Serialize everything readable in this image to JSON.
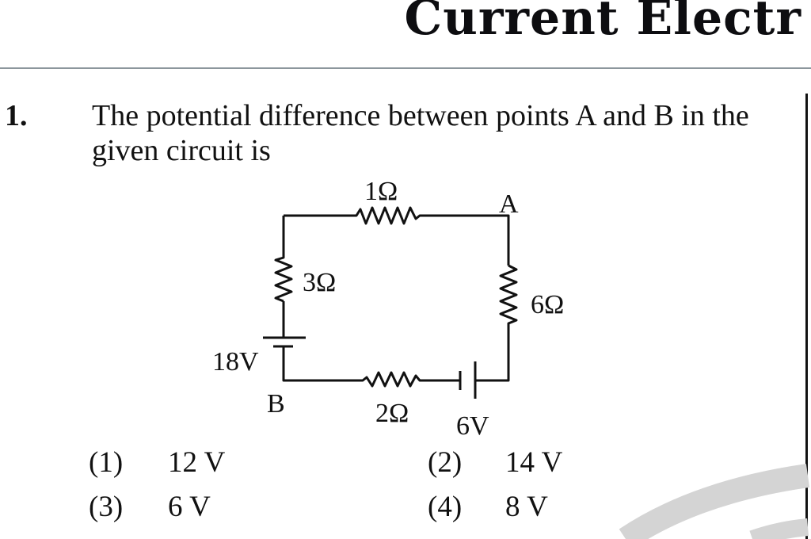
{
  "header": {
    "title": "Current Electr"
  },
  "question": {
    "number": "1.",
    "text": "The potential difference between points A and B in the given circuit is"
  },
  "circuit": {
    "labels": {
      "r_top": "1Ω",
      "r_left": "3Ω",
      "r_right": "6Ω",
      "r_bottom": "2Ω",
      "battery_left": "18V",
      "battery_bottom": "6V",
      "point_a": "A",
      "point_b": "B"
    }
  },
  "options": [
    {
      "num": "(1)",
      "value": "12 V"
    },
    {
      "num": "(2)",
      "value": "14 V"
    },
    {
      "num": "(3)",
      "value": "6 V"
    },
    {
      "num": "(4)",
      "value": "8 V"
    }
  ],
  "colors": {
    "text": "#111111",
    "rule": "#8c969c",
    "watermark": "#d4d4d4"
  }
}
